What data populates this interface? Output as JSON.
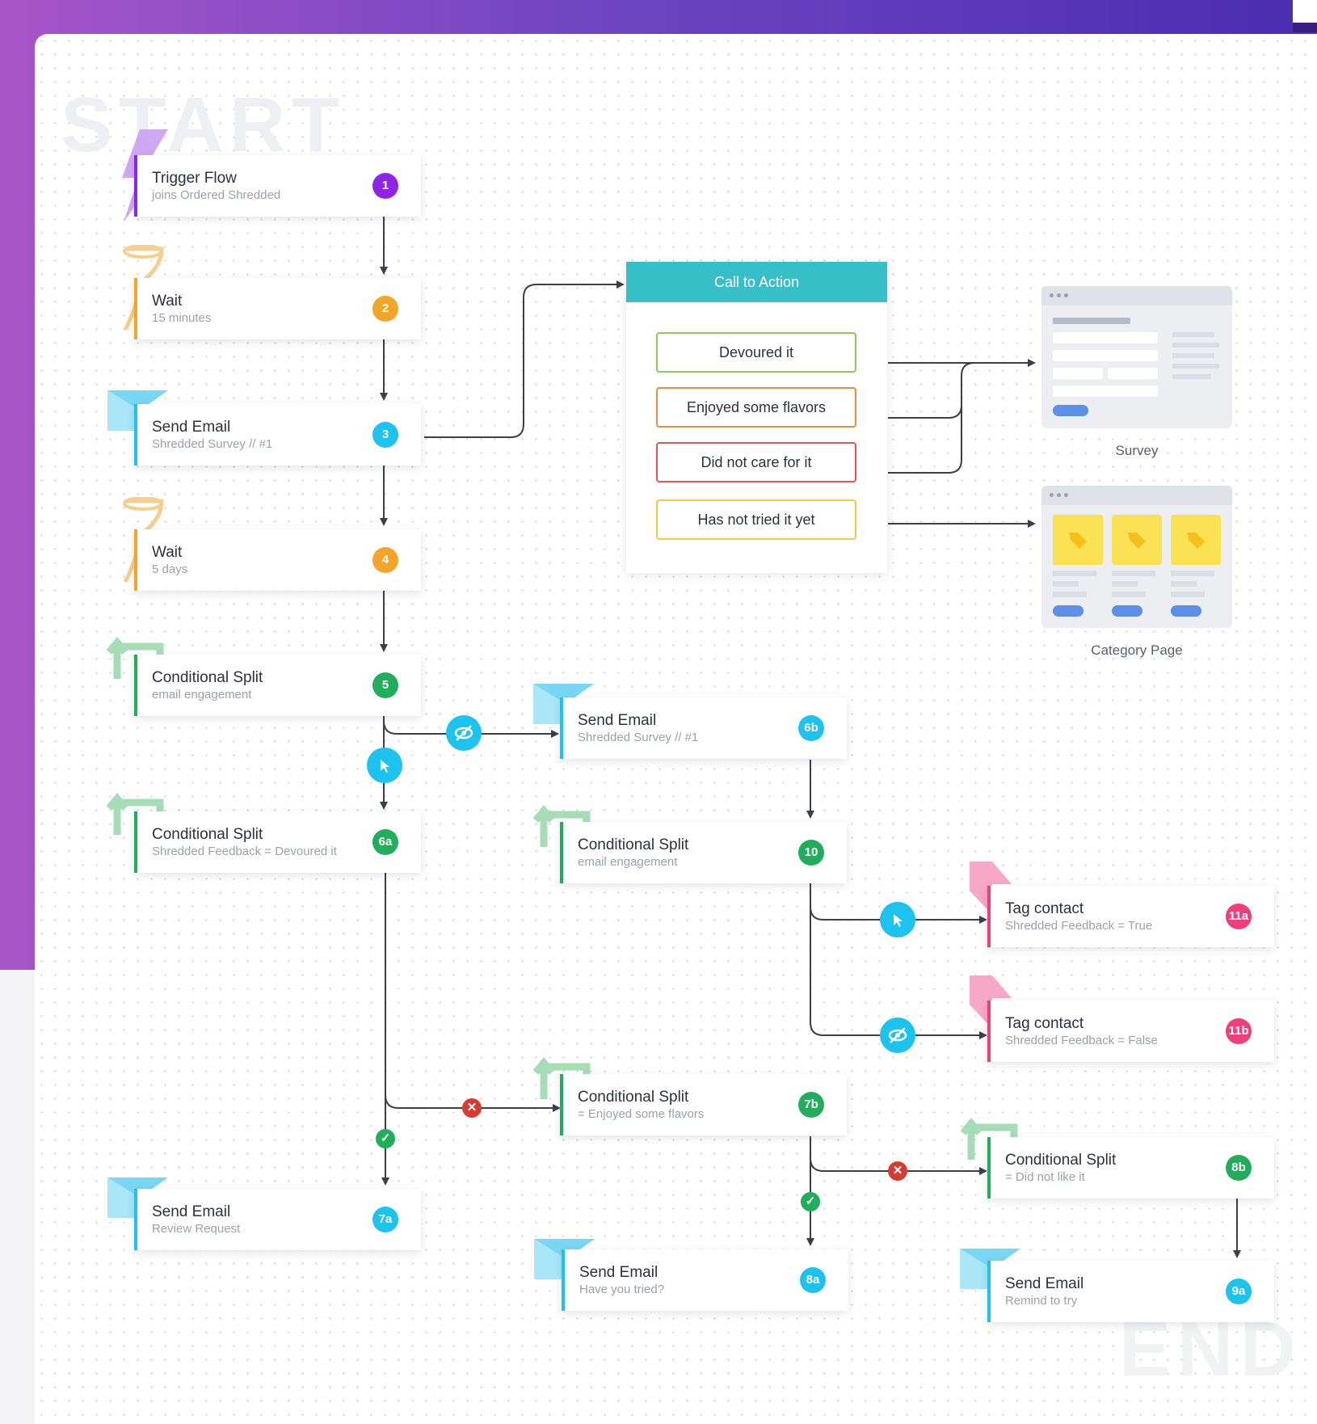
{
  "watermarks": {
    "start": "START",
    "end": "END"
  },
  "colors": {
    "trigger": "#8f24e6",
    "wait": "#f2a526",
    "email": "#1cc3ef",
    "split": "#21ad5b",
    "tag": "#ef3f7a",
    "cta": "#37bfc8"
  },
  "nodes": {
    "n1": {
      "title": "Trigger Flow",
      "subtitle": "joins Ordered Shredded",
      "badge": "1",
      "kind": "trigger"
    },
    "n2": {
      "title": "Wait",
      "subtitle": "15 minutes",
      "badge": "2",
      "kind": "wait"
    },
    "n3": {
      "title": "Send Email",
      "subtitle": "Shredded Survey // #1",
      "badge": "3",
      "kind": "email"
    },
    "n4": {
      "title": "Wait",
      "subtitle": "5 days",
      "badge": "4",
      "kind": "wait"
    },
    "n5": {
      "title": "Conditional Split",
      "subtitle": "email engagement",
      "badge": "5",
      "kind": "split"
    },
    "n6a": {
      "title": "Conditional Split",
      "subtitle": "Shredded Feedback = Devoured it",
      "badge": "6a",
      "kind": "split"
    },
    "n6b": {
      "title": "Send Email",
      "subtitle": "Shredded Survey // #1",
      "badge": "6b",
      "kind": "email"
    },
    "n10": {
      "title": "Conditional Split",
      "subtitle": "email engagement",
      "badge": "10",
      "kind": "split"
    },
    "n11a": {
      "title": "Tag contact",
      "subtitle": "Shredded Feedback = True",
      "badge": "11a",
      "kind": "tag"
    },
    "n11b": {
      "title": "Tag contact",
      "subtitle": "Shredded Feedback = False",
      "badge": "11b",
      "kind": "tag"
    },
    "n7b": {
      "title": "Conditional Split",
      "subtitle": "= Enjoyed some flavors",
      "badge": "7b",
      "kind": "split"
    },
    "n8b": {
      "title": "Conditional Split",
      "subtitle": "= Did not like it",
      "badge": "8b",
      "kind": "split"
    },
    "n7a": {
      "title": "Send Email",
      "subtitle": "Review Request",
      "badge": "7a",
      "kind": "email"
    },
    "n8a": {
      "title": "Send Email",
      "subtitle": "Have you tried?",
      "badge": "8a",
      "kind": "email"
    },
    "n9a": {
      "title": "Send Email",
      "subtitle": "Remind to try",
      "badge": "9a",
      "kind": "email"
    }
  },
  "cta": {
    "title": "Call to Action",
    "buttons": [
      {
        "label": "Devoured it",
        "color": "#8ccf4d"
      },
      {
        "label": "Enjoyed some flavors",
        "color": "#f08a3c"
      },
      {
        "label": "Did not care for it",
        "color": "#e8524f"
      },
      {
        "label": "Has not tried it yet",
        "color": "#f2c744"
      }
    ]
  },
  "mockups": {
    "survey": {
      "label": "Survey"
    },
    "category": {
      "label": "Category Page"
    }
  },
  "icons": {
    "opened": "pointer-click-icon",
    "not_opened": "eye-slash-icon",
    "yes": "check-icon",
    "no": "x-icon"
  }
}
